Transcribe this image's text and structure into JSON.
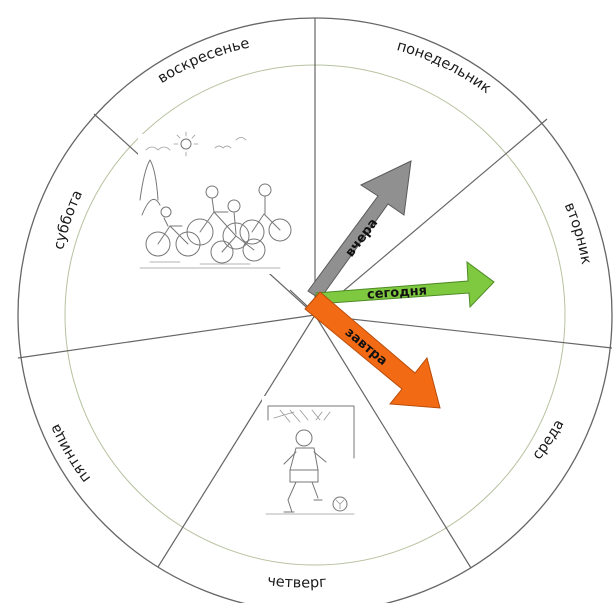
{
  "days": {
    "monday": "понедельник",
    "tuesday": "вторник",
    "wednesday": "среда",
    "thursday": "четверг",
    "friday": "пятница",
    "saturday": "суббота",
    "sunday": "воскресенье"
  },
  "arrows": {
    "yesterday": {
      "label": "вчера",
      "color": "#909090"
    },
    "today": {
      "label": "сегодня",
      "color": "#7ec940"
    },
    "tomorrow": {
      "label": "завтра",
      "color": "#f26a14"
    }
  },
  "illustrations": {
    "sunday": "cyclists-sketch",
    "thursday": "soccer-boy-sketch"
  },
  "colors": {
    "wheel_stroke": "#666666",
    "inner_ring": "#b7c2a0"
  }
}
